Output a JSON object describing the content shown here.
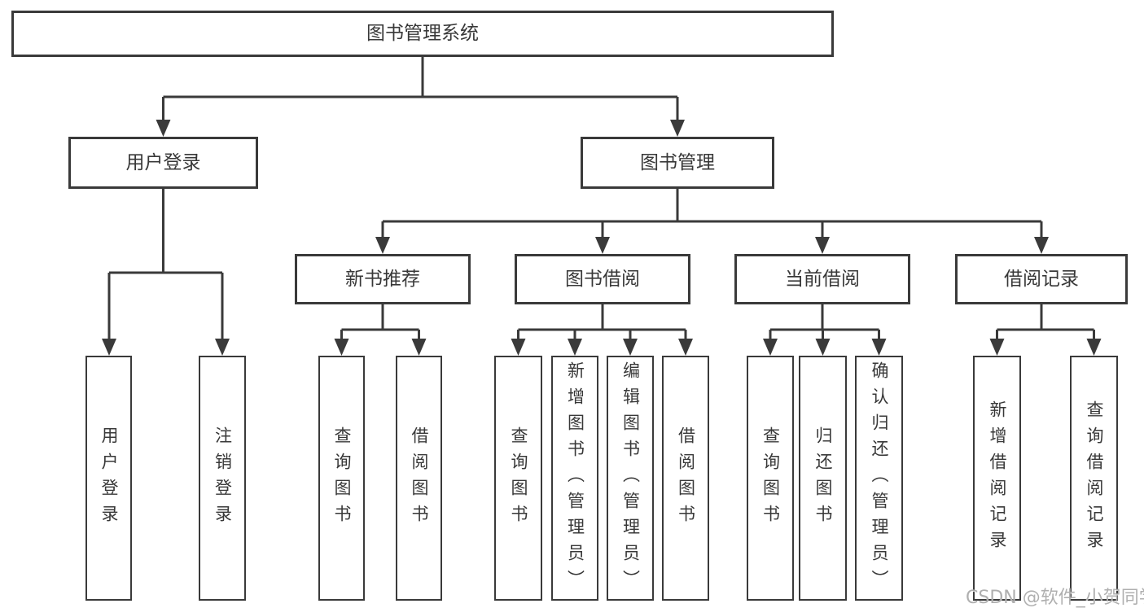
{
  "diagram": {
    "root": {
      "label": "图书管理系统"
    },
    "branches": [
      {
        "label": "用户登录",
        "children": [
          {
            "label": "用户登录"
          },
          {
            "label": "注销登录"
          }
        ]
      },
      {
        "label": "图书管理",
        "children": [
          {
            "label": "新书推荐",
            "children": [
              {
                "label": "查询图书"
              },
              {
                "label": "借阅图书"
              }
            ]
          },
          {
            "label": "图书借阅",
            "children": [
              {
                "label": "查询图书"
              },
              {
                "label": "新增图书（管理员）"
              },
              {
                "label": "编辑图书（管理员）"
              },
              {
                "label": "借阅图书"
              }
            ]
          },
          {
            "label": "当前借阅",
            "children": [
              {
                "label": "查询图书"
              },
              {
                "label": "归还图书"
              },
              {
                "label": "确认归还（管理员）"
              }
            ]
          },
          {
            "label": "借阅记录",
            "children": [
              {
                "label": "新增借阅记录"
              },
              {
                "label": "查询借阅记录"
              }
            ]
          }
        ]
      }
    ]
  },
  "watermark": {
    "text": "CSDN @软件_小贺同学"
  },
  "colors": {
    "line": "#3a3a3a",
    "box_border": "#3a3a3a",
    "text": "#383838",
    "background": "#ffffff",
    "watermark_text": "#a8a8a8"
  }
}
